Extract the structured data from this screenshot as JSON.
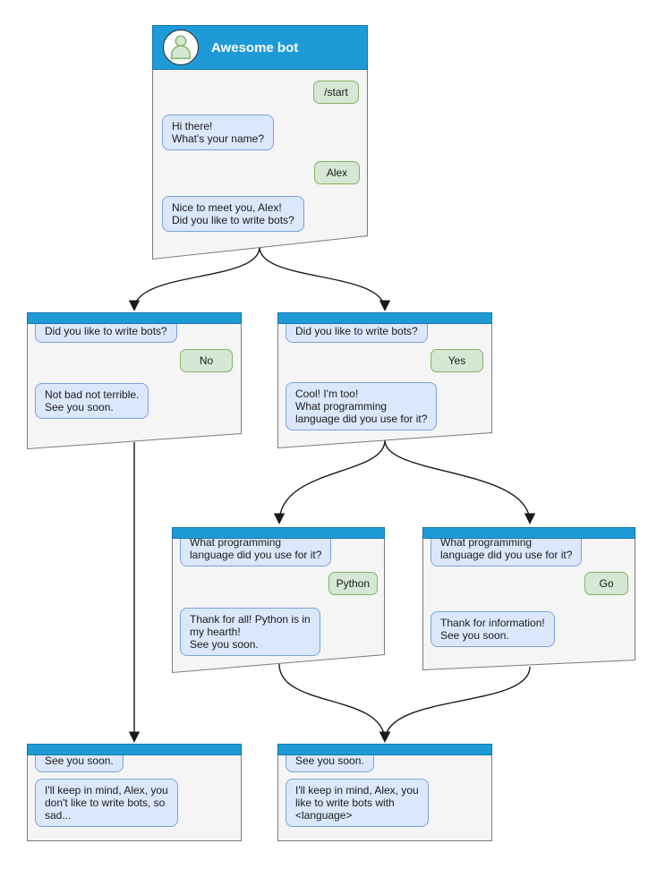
{
  "windows": {
    "root": {
      "title": "Awesome bot",
      "messages": [
        {
          "from": "user",
          "text": "/start"
        },
        {
          "from": "bot",
          "text": "Hi there!\nWhat's your name?"
        },
        {
          "from": "user",
          "text": "Alex"
        },
        {
          "from": "bot",
          "text": "Nice to meet you, Alex!\nDid you like to write bots?"
        }
      ]
    },
    "branch_no": {
      "messages": [
        {
          "from": "bot",
          "text": "Did you like to write bots?"
        },
        {
          "from": "user",
          "text": "No"
        },
        {
          "from": "bot",
          "text": "Not bad not terrible.\nSee you soon."
        }
      ]
    },
    "branch_yes": {
      "messages": [
        {
          "from": "bot",
          "text": "Did you like to write bots?"
        },
        {
          "from": "user",
          "text": "Yes"
        },
        {
          "from": "bot",
          "text": "Cool! I'm too!\nWhat programming\nlanguage did you use for it?"
        }
      ]
    },
    "lang_python": {
      "messages": [
        {
          "from": "bot",
          "text": "What programming\nlanguage did you use for it?"
        },
        {
          "from": "user",
          "text": "Python"
        },
        {
          "from": "bot",
          "text": "Thank for all! Python is in\nmy hearth!\nSee you soon."
        }
      ]
    },
    "lang_go": {
      "messages": [
        {
          "from": "bot",
          "text": "What programming\nlanguage did you use for it?"
        },
        {
          "from": "user",
          "text": "Go"
        },
        {
          "from": "bot",
          "text": "Thank for information!\nSee you soon."
        }
      ]
    },
    "end_no": {
      "messages": [
        {
          "from": "bot",
          "text": "See you soon."
        },
        {
          "from": "bot",
          "text": "I'll keep in mind, Alex, you\ndon't like to write bots, so\nsad..."
        }
      ]
    },
    "end_yes": {
      "messages": [
        {
          "from": "bot",
          "text": "See you soon."
        },
        {
          "from": "bot",
          "text": "I'll keep in mind, Alex, you\nlike to write bots with\n<language>"
        }
      ]
    }
  },
  "edges": [
    {
      "from": "root",
      "to": "branch_no"
    },
    {
      "from": "root",
      "to": "branch_yes"
    },
    {
      "from": "branch_no",
      "to": "end_no"
    },
    {
      "from": "branch_yes",
      "to": "lang_python"
    },
    {
      "from": "branch_yes",
      "to": "lang_go"
    },
    {
      "from": "lang_python",
      "to": "end_yes"
    },
    {
      "from": "lang_go",
      "to": "end_yes"
    }
  ],
  "icons": {
    "root_avatar": "person-icon"
  },
  "colors": {
    "titlebar": "#1e9bd7",
    "titlebar_border": "#1177ae",
    "window_fill": "#f5f5f5",
    "window_border": "#7a7a7a",
    "bot_bubble_fill": "#dbe8fc",
    "bot_bubble_border": "#78a2dc",
    "user_bubble_fill": "#d5e8d4",
    "user_bubble_border": "#82b366",
    "arrow": "#1a1a1a",
    "title_text": "#ffffff"
  }
}
